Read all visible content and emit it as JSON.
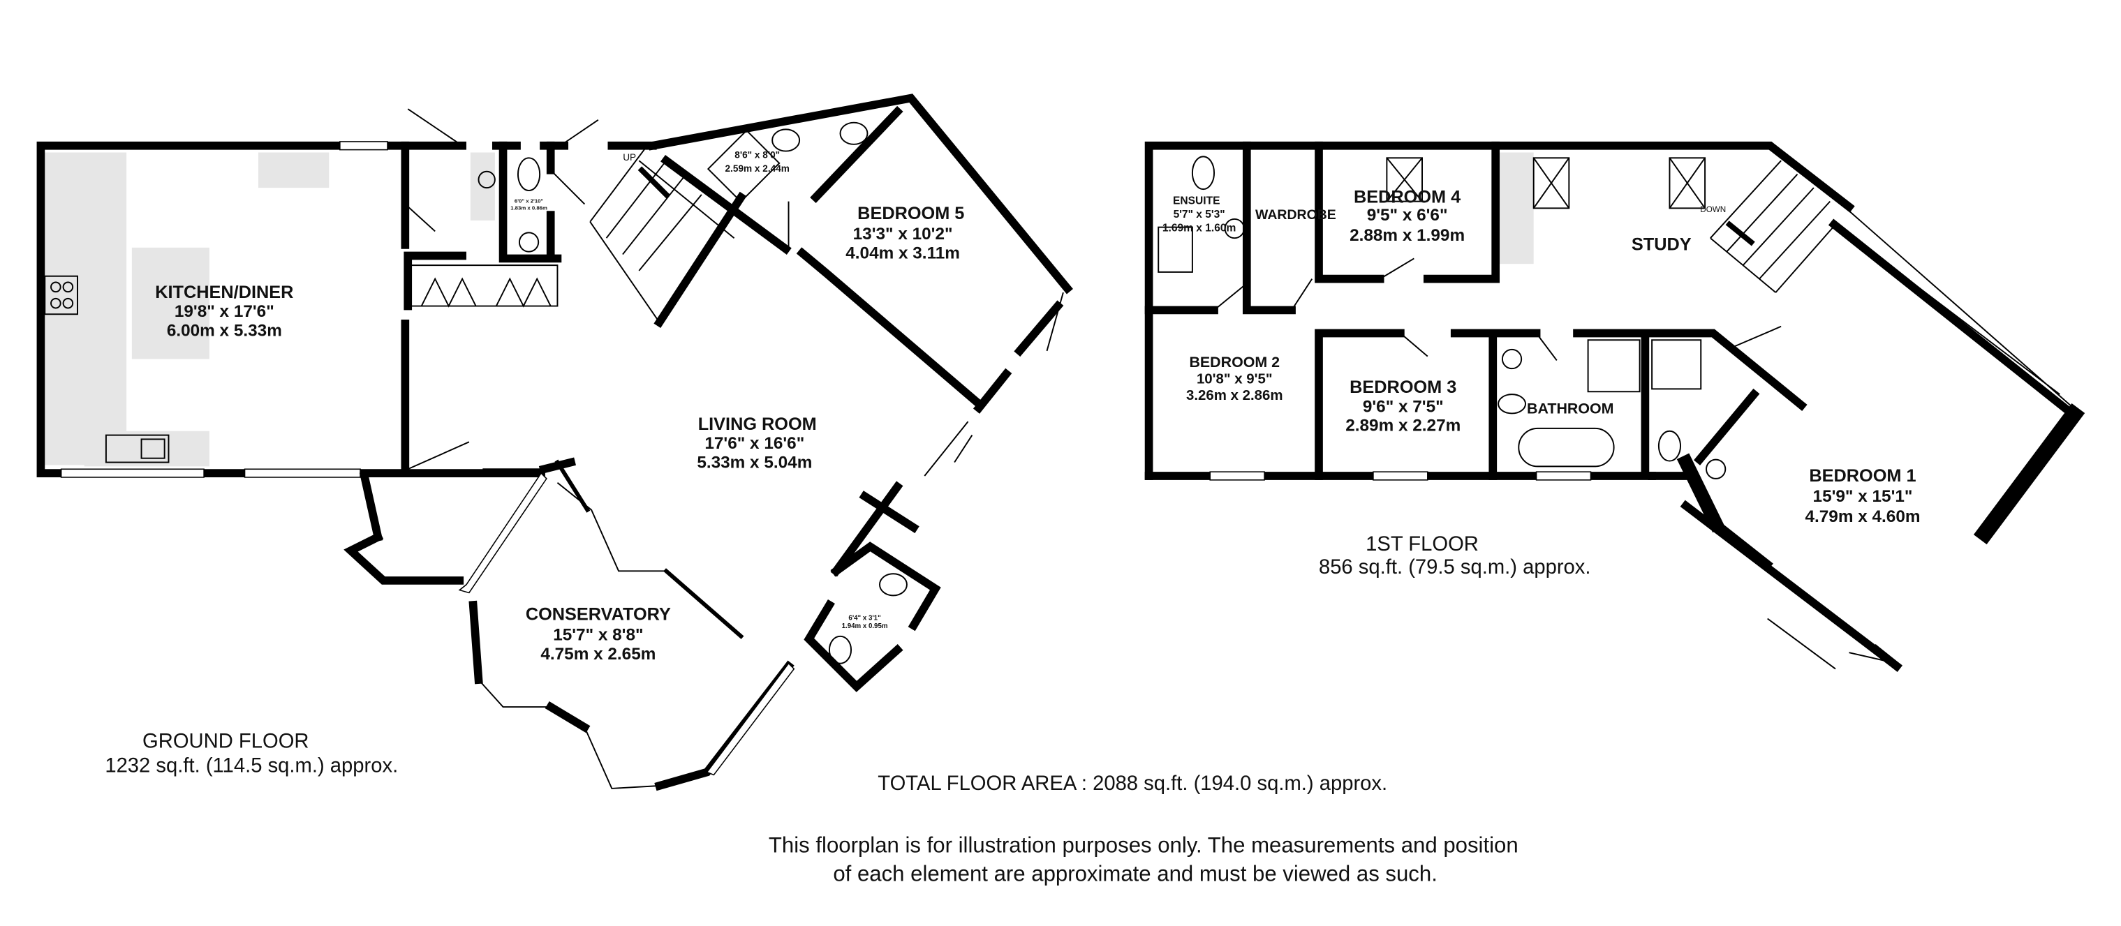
{
  "ground_floor": {
    "label": "GROUND FLOOR",
    "area": "1232 sq.ft. (114.5 sq.m.) approx.",
    "stairs_label": "UP",
    "rooms": {
      "kitchen": {
        "name": "KITCHEN/DINER",
        "imperial": "19'8\"  x 17'6\"",
        "metric": "6.00m  x 5.33m"
      },
      "bedroom5": {
        "name": "BEDROOM 5",
        "imperial": "13'3\"  x 10'2\"",
        "metric": "4.04m  x 3.11m"
      },
      "living": {
        "name": "LIVING ROOM",
        "imperial": "17'6\"  x 16'6\"",
        "metric": "5.33m  x 5.04m"
      },
      "conservatory": {
        "name": "CONSERVATORY",
        "imperial": "15'7\"  x 8'8\"",
        "metric": "4.75m  x 2.65m"
      },
      "ensuite5": {
        "imperial": "8'6\"  x 8'0\"",
        "metric": "2.59m  x 2.44m"
      },
      "wc1": {
        "imperial": "6'0\"  x 2'10\"",
        "metric": "1.83m  x 0.86m"
      },
      "wc2": {
        "imperial": "6'4\"  x 3'1\"",
        "metric": "1.94m  x 0.95m"
      }
    }
  },
  "first_floor": {
    "label": "1ST FLOOR",
    "area": "856 sq.ft. (79.5 sq.m.) approx.",
    "stairs_label": "DOWN",
    "rooms": {
      "ensuite": {
        "name": "ENSUITE",
        "imperial": "5'7\"  x 5'3\"",
        "metric": "1.69m  x 1.60m"
      },
      "wardrobe": {
        "name": "WARDROBE"
      },
      "bedroom4": {
        "name": "BEDROOM 4",
        "imperial": "9'5\"  x 6'6\"",
        "metric": "2.88m  x 1.99m"
      },
      "study": {
        "name": "STUDY"
      },
      "bedroom2": {
        "name": "BEDROOM 2",
        "imperial": "10'8\"  x 9'5\"",
        "metric": "3.26m  x 2.86m"
      },
      "bedroom3": {
        "name": "BEDROOM 3",
        "imperial": "9'6\"  x 7'5\"",
        "metric": "2.89m  x 2.27m"
      },
      "bathroom": {
        "name": "BATHROOM"
      },
      "bedroom1": {
        "name": "BEDROOM 1",
        "imperial": "15'9\"  x 15'1\"",
        "metric": "4.79m  x 4.60m"
      }
    }
  },
  "total_area": "TOTAL FLOOR AREA : 2088 sq.ft. (194.0 sq.m.) approx.",
  "disclaimer": {
    "line1": "This floorplan is for illustration purposes only. The measurements and position",
    "line2": "of each element are approximate and must be viewed as such."
  }
}
